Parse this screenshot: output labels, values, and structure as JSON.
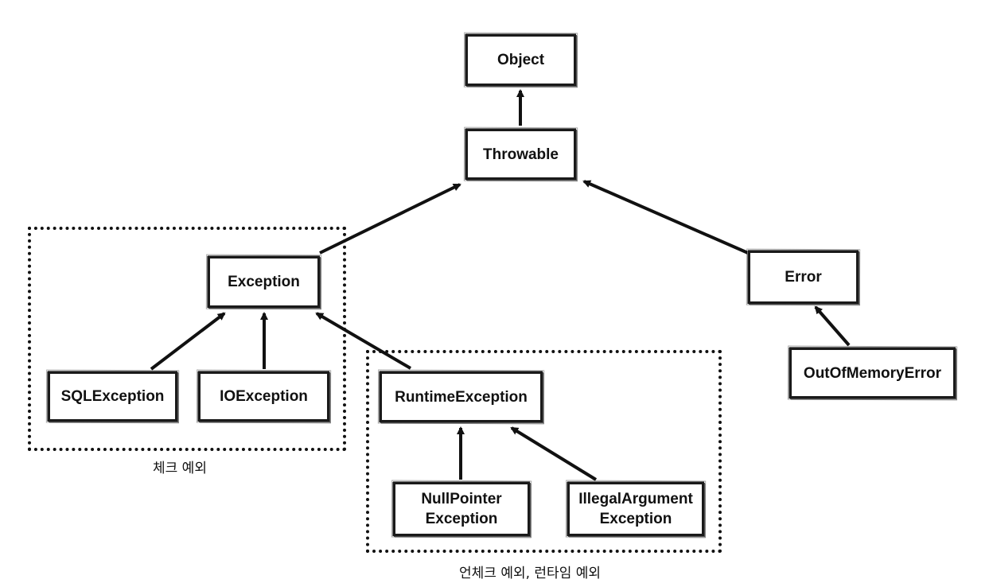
{
  "nodes": {
    "object": {
      "label": "Object"
    },
    "throwable": {
      "label": "Throwable"
    },
    "exception": {
      "label": "Exception"
    },
    "error": {
      "label": "Error"
    },
    "out_of_memory_error": {
      "label": "OutOfMemoryError"
    },
    "sql_exception": {
      "label": "SQLException"
    },
    "io_exception": {
      "label": "IOException"
    },
    "runtime_exception": {
      "label": "RuntimeException"
    },
    "null_pointer_exception": {
      "line1": "NullPointer",
      "line2": "Exception"
    },
    "illegal_argument_exception": {
      "line1": "IllegalArgument",
      "line2": "Exception"
    }
  },
  "groups": {
    "checked": {
      "label": "체크 예외"
    },
    "unchecked": {
      "label": "언체크 예외, 런타임 예외"
    }
  },
  "edges": [
    {
      "from": "throwable",
      "to": "object"
    },
    {
      "from": "exception",
      "to": "throwable"
    },
    {
      "from": "error",
      "to": "throwable"
    },
    {
      "from": "out_of_memory_error",
      "to": "error"
    },
    {
      "from": "sql_exception",
      "to": "exception"
    },
    {
      "from": "io_exception",
      "to": "exception"
    },
    {
      "from": "runtime_exception",
      "to": "exception"
    },
    {
      "from": "null_pointer_exception",
      "to": "runtime_exception"
    },
    {
      "from": "illegal_argument_exception",
      "to": "runtime_exception"
    }
  ],
  "colors": {
    "line": "#111111",
    "box_border": "#1a1a1a",
    "background": "#ffffff"
  }
}
